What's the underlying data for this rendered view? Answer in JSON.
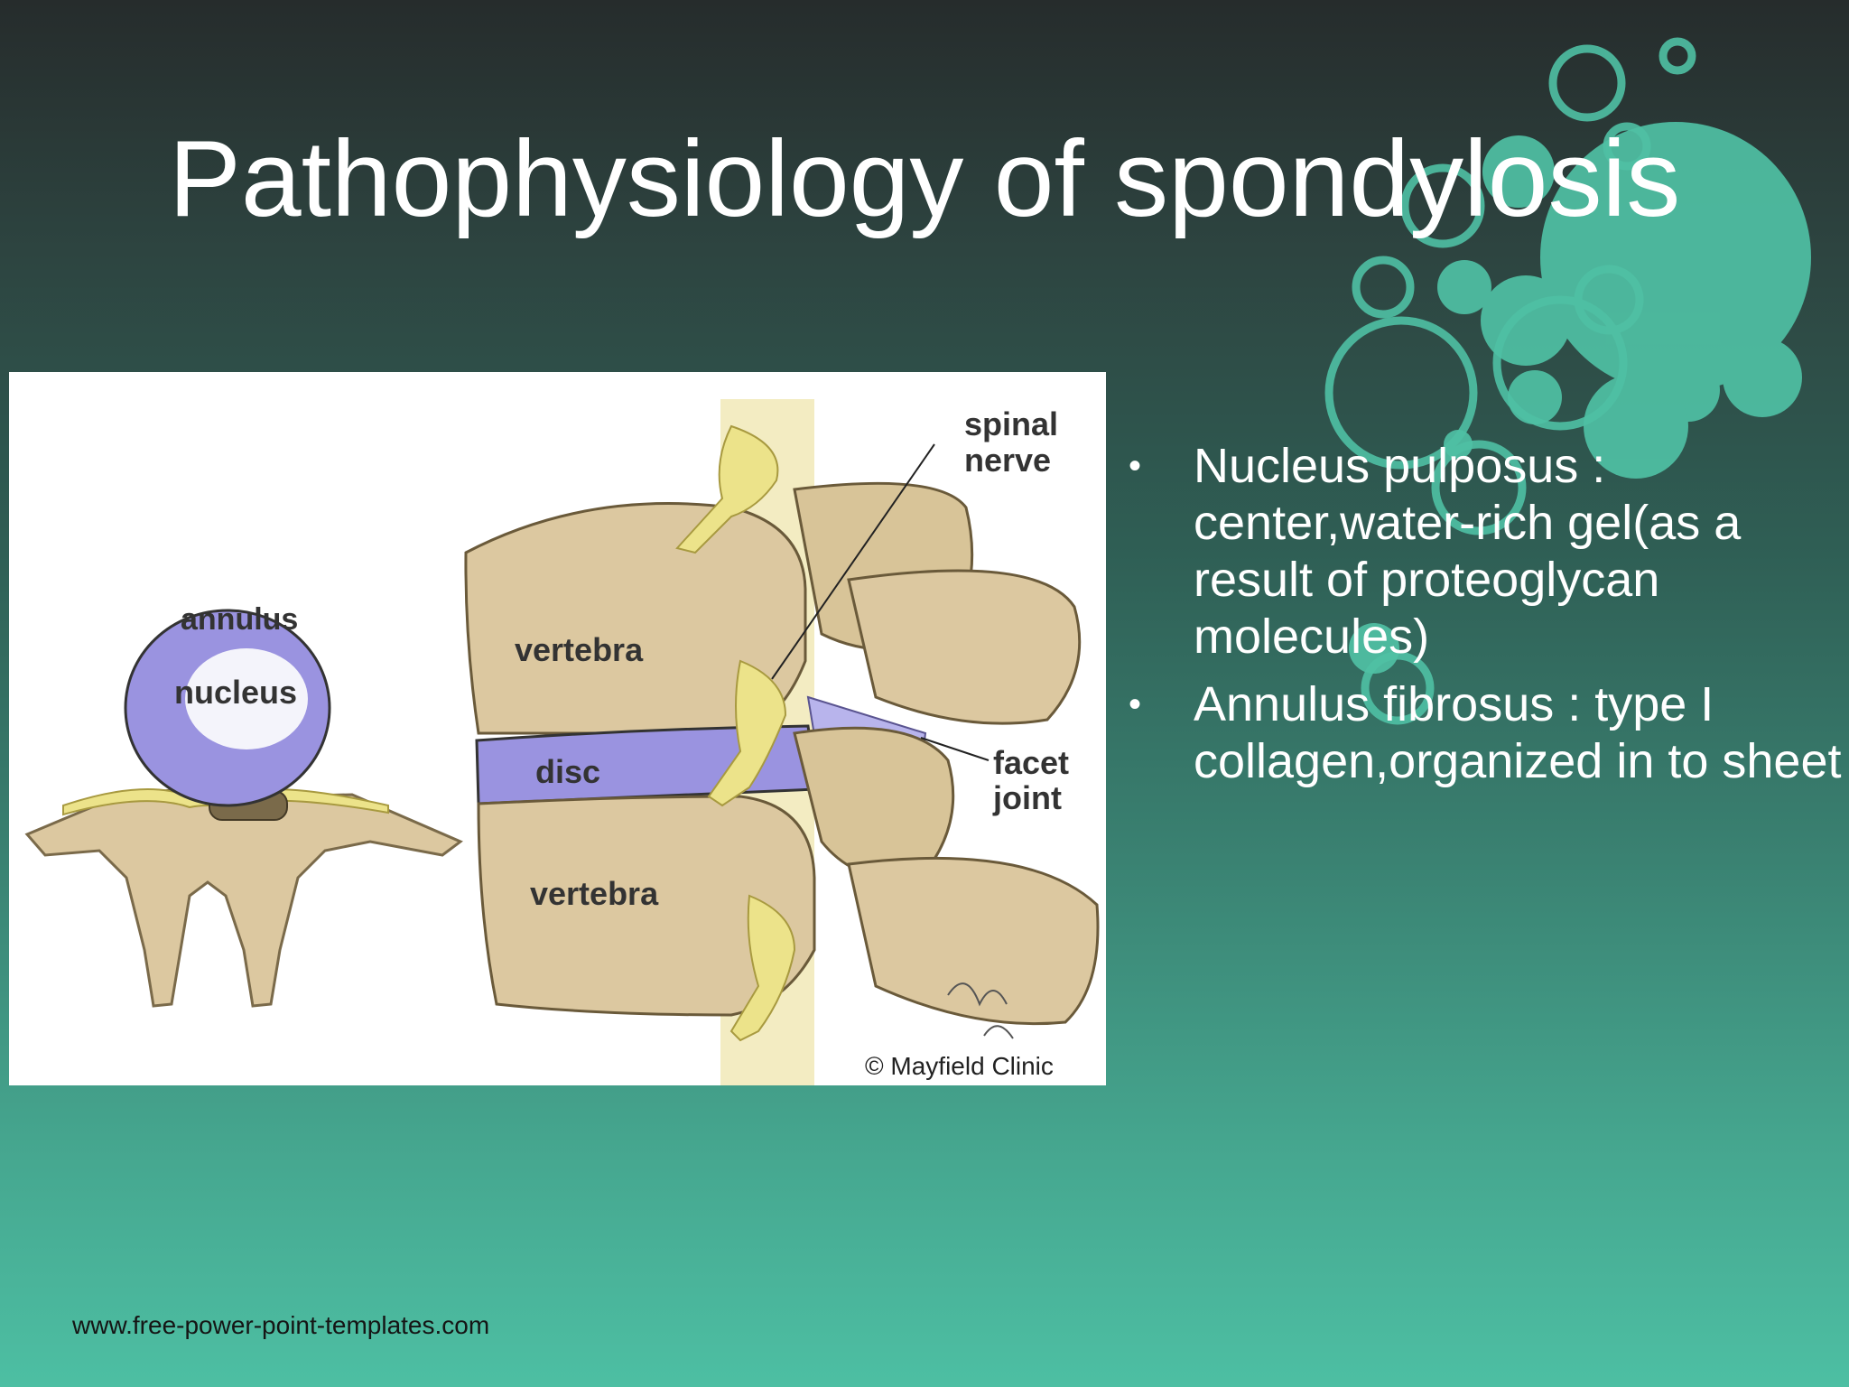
{
  "slide": {
    "title": "Pathophysiology of spondylosis",
    "bullets": [
      "Nucleus pulposus : center,water-rich gel(as a result of proteoglycan molecules)",
      "Annulus fibrosus : type I collagen,organized in to sheet"
    ],
    "footer": "www.free-power-point-templates.com"
  },
  "diagram": {
    "labels": {
      "annulus": "annulus",
      "nucleus": "nucleus",
      "vertebra_top": "vertebra",
      "disc": "disc",
      "vertebra_bottom": "vertebra",
      "spinal_nerve_1": "spinal",
      "spinal_nerve_2": "nerve",
      "facet_joint_1": "facet",
      "facet_joint_2": "joint",
      "credit": "© Mayfield Clinic"
    }
  },
  "colors": {
    "bone": "#dcc8a0",
    "disc": "#9a93e0",
    "nerve": "#e8e08a",
    "bubble": "#4fc0a4"
  },
  "icons": {
    "bullet": "bullet-dot-icon",
    "bubbles": "decorative-bubble-cluster"
  }
}
